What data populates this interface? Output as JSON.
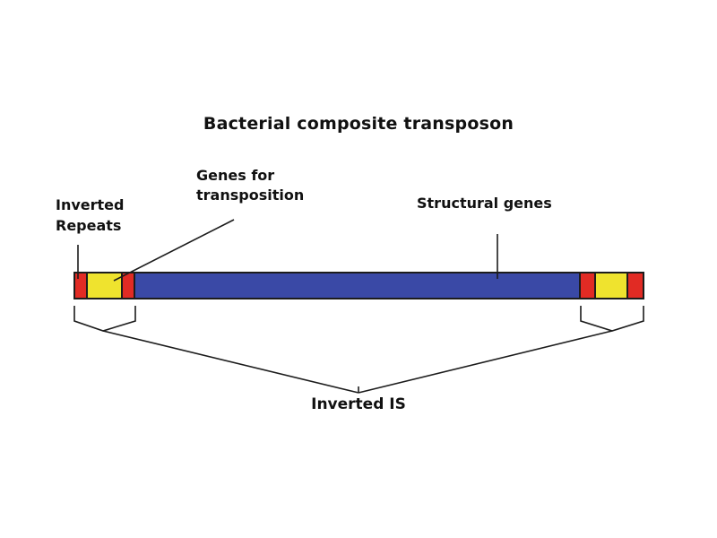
{
  "title": "Bacterial composite transposon",
  "labels": {
    "inverted_repeats": {
      "line1": "Inverted",
      "line2": "Repeats"
    },
    "genes_for_transposition": {
      "line1": "Genes for",
      "line2": "transposition"
    },
    "structural_genes": "Structural genes",
    "inverted_is": "Inverted IS"
  },
  "colors": {
    "red": "#e12b24",
    "yellow": "#efe32e",
    "blue": "#3a49a6",
    "outline": "#1c1c1c",
    "background": "#ffffff"
  },
  "diagram": {
    "segment_order": [
      "red",
      "yellow",
      "red",
      "blue",
      "red",
      "yellow",
      "red"
    ]
  }
}
